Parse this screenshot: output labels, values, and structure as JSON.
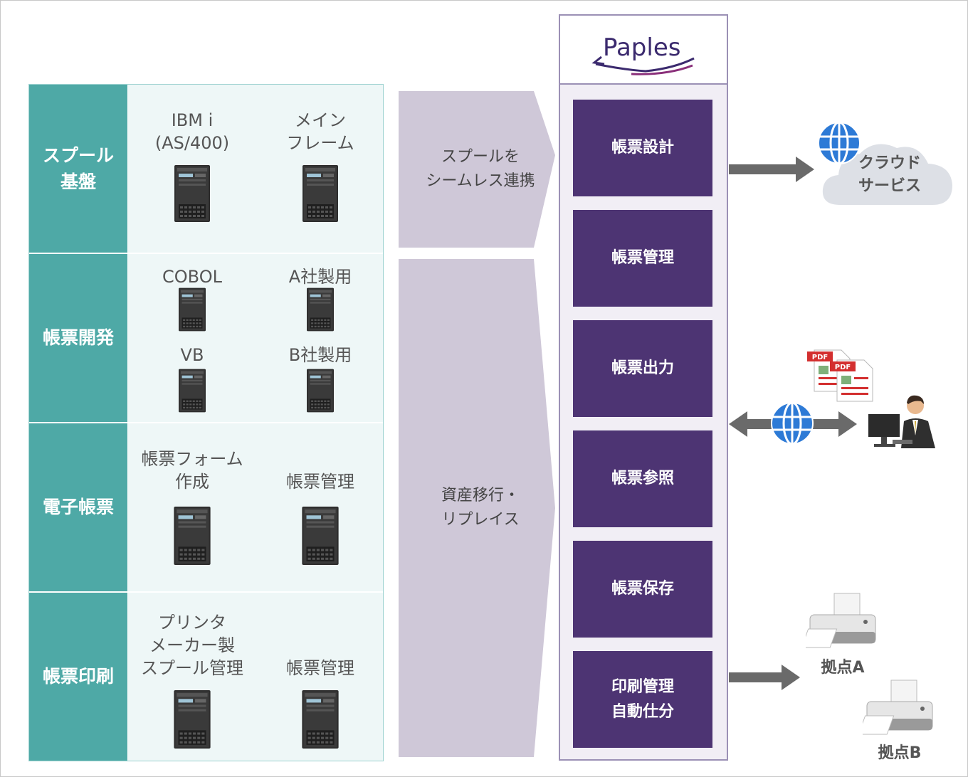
{
  "categories": [
    {
      "label": "スプール\n基盤"
    },
    {
      "label": "帳票開発"
    },
    {
      "label": "電子帳票"
    },
    {
      "label": "帳票印刷"
    }
  ],
  "row1": {
    "left": "IBM i\n(AS/400)",
    "right": "メイン\nフレーム"
  },
  "row2": {
    "tl": "COBOL",
    "tr": "A社製用",
    "bl": "VB",
    "br": "B社製用"
  },
  "row3": {
    "left": "帳票フォーム\n作成",
    "right": "帳票管理"
  },
  "row4": {
    "left": "プリンタ\nメーカー製\nスプール管理",
    "right": "帳票管理"
  },
  "bands": {
    "top": "スプールを\nシームレス連携",
    "bottom": "資産移行・\nリプレイス"
  },
  "logo": "Paples",
  "functions": [
    "帳票設計",
    "帳票管理",
    "帳票出力",
    "帳票参照",
    "帳票保存",
    "印刷管理\n自動仕分"
  ],
  "right": {
    "cloud": "クラウド\nサービス",
    "pdf_label": "PDF",
    "site_a": "拠点A",
    "site_b": "拠点B"
  },
  "colors": {
    "teal": "#4ea9a6",
    "purple": "#4d3473",
    "band": "#cfc8d8",
    "arrow": "#6a6a6a",
    "globe": "#2d7ad6"
  }
}
